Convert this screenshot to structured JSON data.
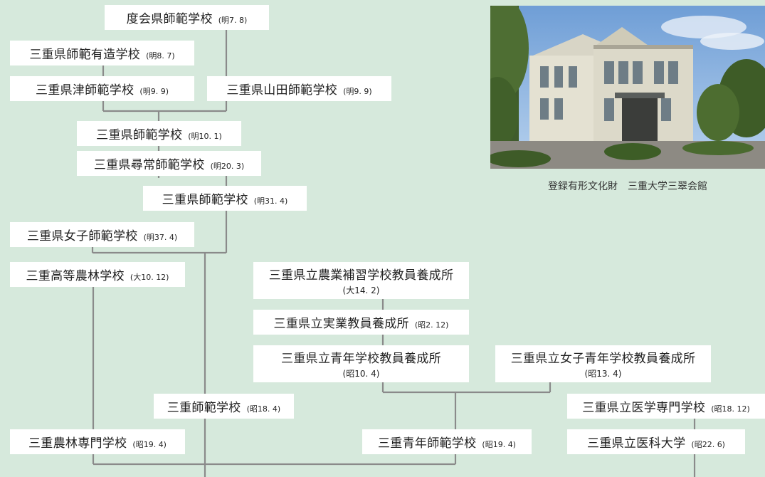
{
  "nodes": [
    {
      "id": "watarai",
      "name": "度会県師範学校",
      "date": "(明7. 8)"
    },
    {
      "id": "yuzou",
      "name": "三重県師範有造学校",
      "date": "(明8. 7)"
    },
    {
      "id": "tsu",
      "name": "三重県津師範学校",
      "date": "(明9. 9)"
    },
    {
      "id": "yamada",
      "name": "三重県山田師範学校",
      "date": "(明9. 9)"
    },
    {
      "id": "shihan10",
      "name": "三重県師範学校",
      "date": "(明10. 1)"
    },
    {
      "id": "jinjou",
      "name": "三重県尋常師範学校",
      "date": "(明20. 3)"
    },
    {
      "id": "shihan31",
      "name": "三重県師範学校",
      "date": "(明31. 4)"
    },
    {
      "id": "joshi",
      "name": "三重県女子師範学校",
      "date": "(明37. 4)"
    },
    {
      "id": "nourin",
      "name": "三重高等農林学校",
      "date": "(大10. 12)"
    },
    {
      "id": "noho",
      "name": "三重県立農業補習学校教員養成所",
      "date": "(大14. 2)"
    },
    {
      "id": "jitsu",
      "name": "三重県立実業教員養成所",
      "date": "(昭2. 12)"
    },
    {
      "id": "seinen",
      "name": "三重県立青年学校教員養成所",
      "date": "(昭10. 4)"
    },
    {
      "id": "joshiseinen",
      "name": "三重県立女子青年学校教員養成所",
      "date": "(昭13. 4)"
    },
    {
      "id": "shihan18",
      "name": "三重師範学校",
      "date": "(昭18. 4)"
    },
    {
      "id": "iga",
      "name": "三重県立医学専門学校",
      "date": "(昭18. 12)"
    },
    {
      "id": "nourinsen",
      "name": "三重農林専門学校",
      "date": "(昭19. 4)"
    },
    {
      "id": "seinenshihan",
      "name": "三重青年師範学校",
      "date": "(昭19. 4)"
    },
    {
      "id": "ika",
      "name": "三重県立医科大学",
      "date": "(昭22. 6)"
    }
  ],
  "photo": {
    "caption": "登録有形文化財　三重大学三翠会館"
  },
  "colors": {
    "background": "#d6e9dc",
    "line": "#8a8a8a",
    "box": "#ffffff"
  }
}
